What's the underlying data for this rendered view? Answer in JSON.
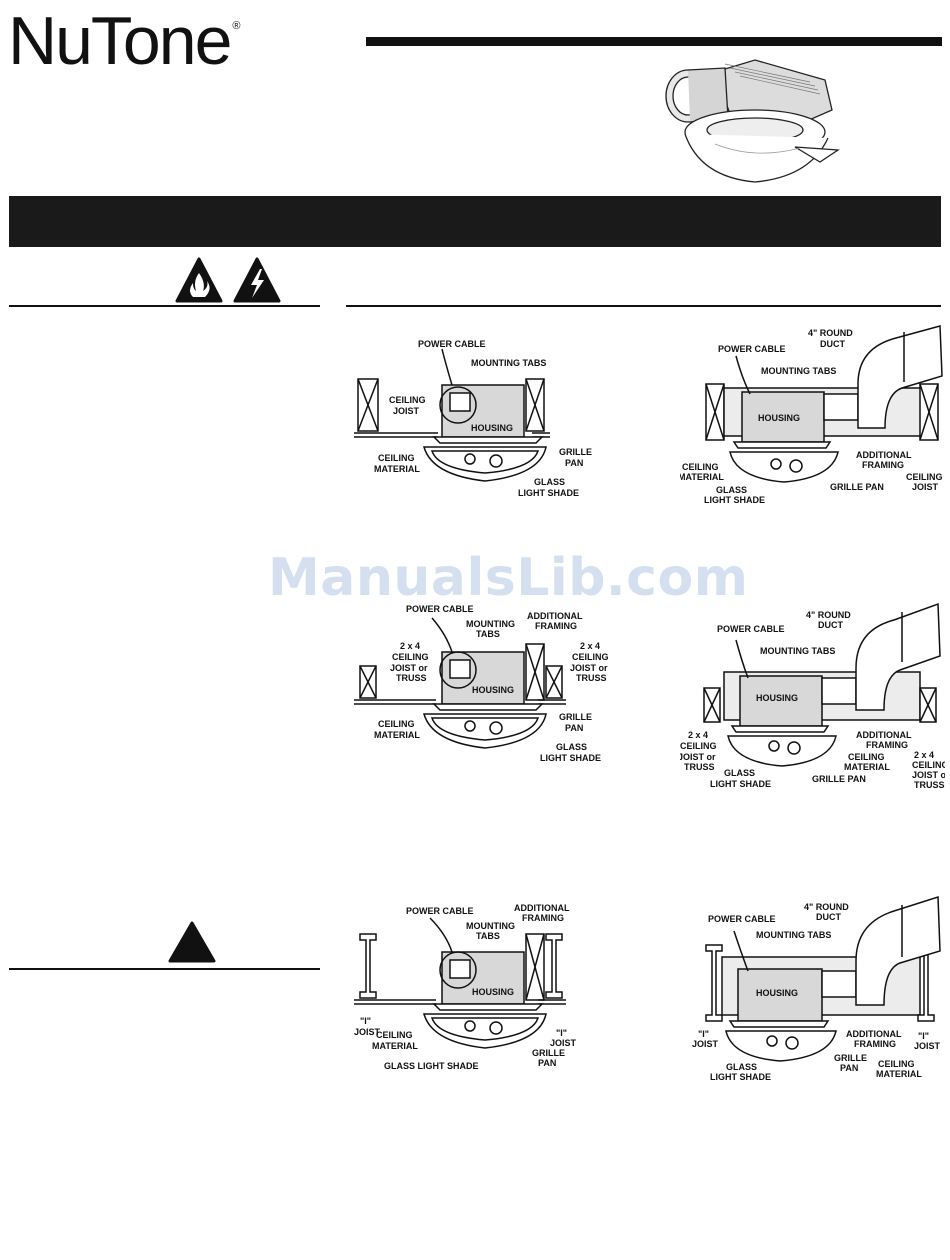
{
  "brand": {
    "name": "NuTone",
    "registered": "®"
  },
  "watermark": "ManualsLib.com",
  "hazard_icons": [
    "fire-icon",
    "electric-shock-icon"
  ],
  "caution_icon": "warning-triangle-icon",
  "labels": {
    "power_cable": "POWER CABLE",
    "mounting_tabs": "MOUNTING TABS",
    "housing": "HOUSING",
    "ceiling_joist_1": "CEILING",
    "ceiling_joist_2": "JOIST",
    "ceiling_material_1": "CEILING",
    "ceiling_material_2": "MATERIAL",
    "grille_pan_1": "GRILLE",
    "grille_pan_2": "PAN",
    "grille_pan": "GRILLE PAN",
    "glass_1": "GLASS",
    "glass_2": "LIGHT SHADE",
    "glass_light_shade": "GLASS LIGHT SHADE",
    "round_duct_1": "4\" ROUND",
    "round_duct_2": "DUCT",
    "additional_framing_1": "ADDITIONAL",
    "additional_framing_2": "FRAMING",
    "mounting_1": "MOUNTING",
    "mounting_2": "TABS",
    "truss_1": "2 x 4",
    "truss_2": "CEILING",
    "truss_3": "JOIST or",
    "truss_4": "TRUSS",
    "i_joist_1": "\"I\"",
    "i_joist_2": "JOIST"
  }
}
